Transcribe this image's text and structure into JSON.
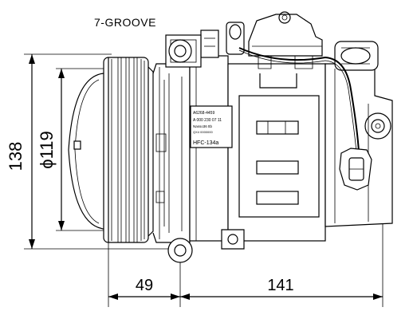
{
  "drawing": {
    "groove_label": "7-GROOVE",
    "dimensions": {
      "overall_height": "138",
      "pulley_diameter": "ϕ119",
      "pulley_offset": "49",
      "body_length": "141"
    },
    "plate": {
      "line1": "A6268-4459",
      "line2": "A 000 230 07 11",
      "line3": "Nasso36 ttb",
      "line4": "QX4 0000000",
      "refrigerant": "HFC-134a"
    }
  }
}
